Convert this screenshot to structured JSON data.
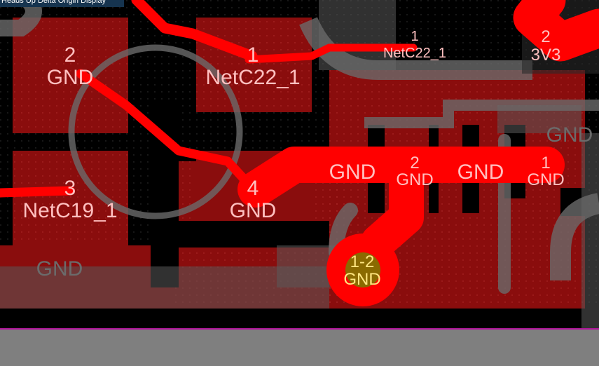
{
  "heads_up_text": "Heads Up Delta Origin Display",
  "colors": {
    "background": "#000000",
    "pad": "#8a0d0d",
    "copper": "#ff0000",
    "overlay_gray": "#5a5a5a",
    "pad_label": "#ffc0c0",
    "via": "#8a6a00",
    "via_label": "#ffe680",
    "status_strip": "#7f7f7f",
    "board_edge": "#b0149a"
  },
  "pads": [
    {
      "number": "2",
      "net": "GND"
    },
    {
      "number": "1",
      "net": "NetC22_1"
    },
    {
      "number": "3",
      "net": "NetC19_1"
    },
    {
      "number": "4",
      "net": "GND"
    },
    {
      "number": "1",
      "net": "NetC22_1"
    },
    {
      "number": "2",
      "net": "3V3"
    },
    {
      "number": "2",
      "net": "GND"
    },
    {
      "number": "1",
      "net": "GND"
    }
  ],
  "region_labels": [
    "GND",
    "GND"
  ],
  "faded_labels": [
    "GND",
    "GND"
  ],
  "via": {
    "number": "1-2",
    "net": "GND"
  }
}
